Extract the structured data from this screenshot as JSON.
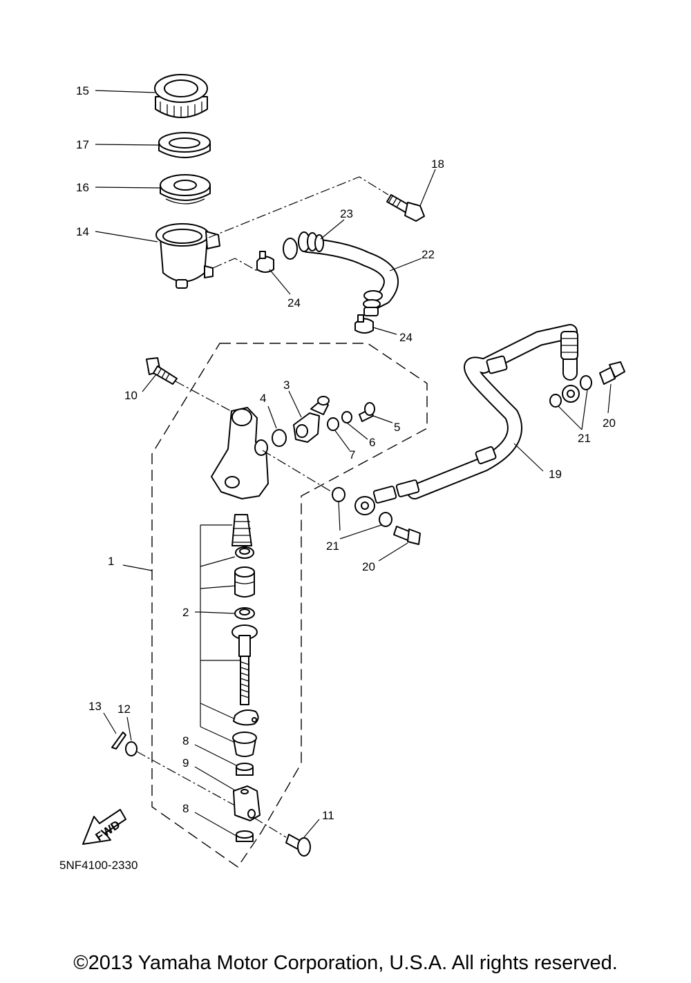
{
  "diagram": {
    "part_number_code": "5NF4100-2330",
    "fwd_label": "FWD",
    "callouts": [
      "1",
      "2",
      "3",
      "4",
      "5",
      "6",
      "7",
      "8",
      "9",
      "10",
      "11",
      "12",
      "13",
      "14",
      "15",
      "16",
      "17",
      "18",
      "19",
      "20",
      "21",
      "22",
      "23",
      "24"
    ],
    "extra_callouts": {
      "c8b": "8",
      "c20b": "20",
      "c21b": "21",
      "c24b": "24"
    }
  },
  "footer": {
    "copyright": "©2013 Yamaha Motor Corporation, U.S.A. All rights reserved."
  }
}
